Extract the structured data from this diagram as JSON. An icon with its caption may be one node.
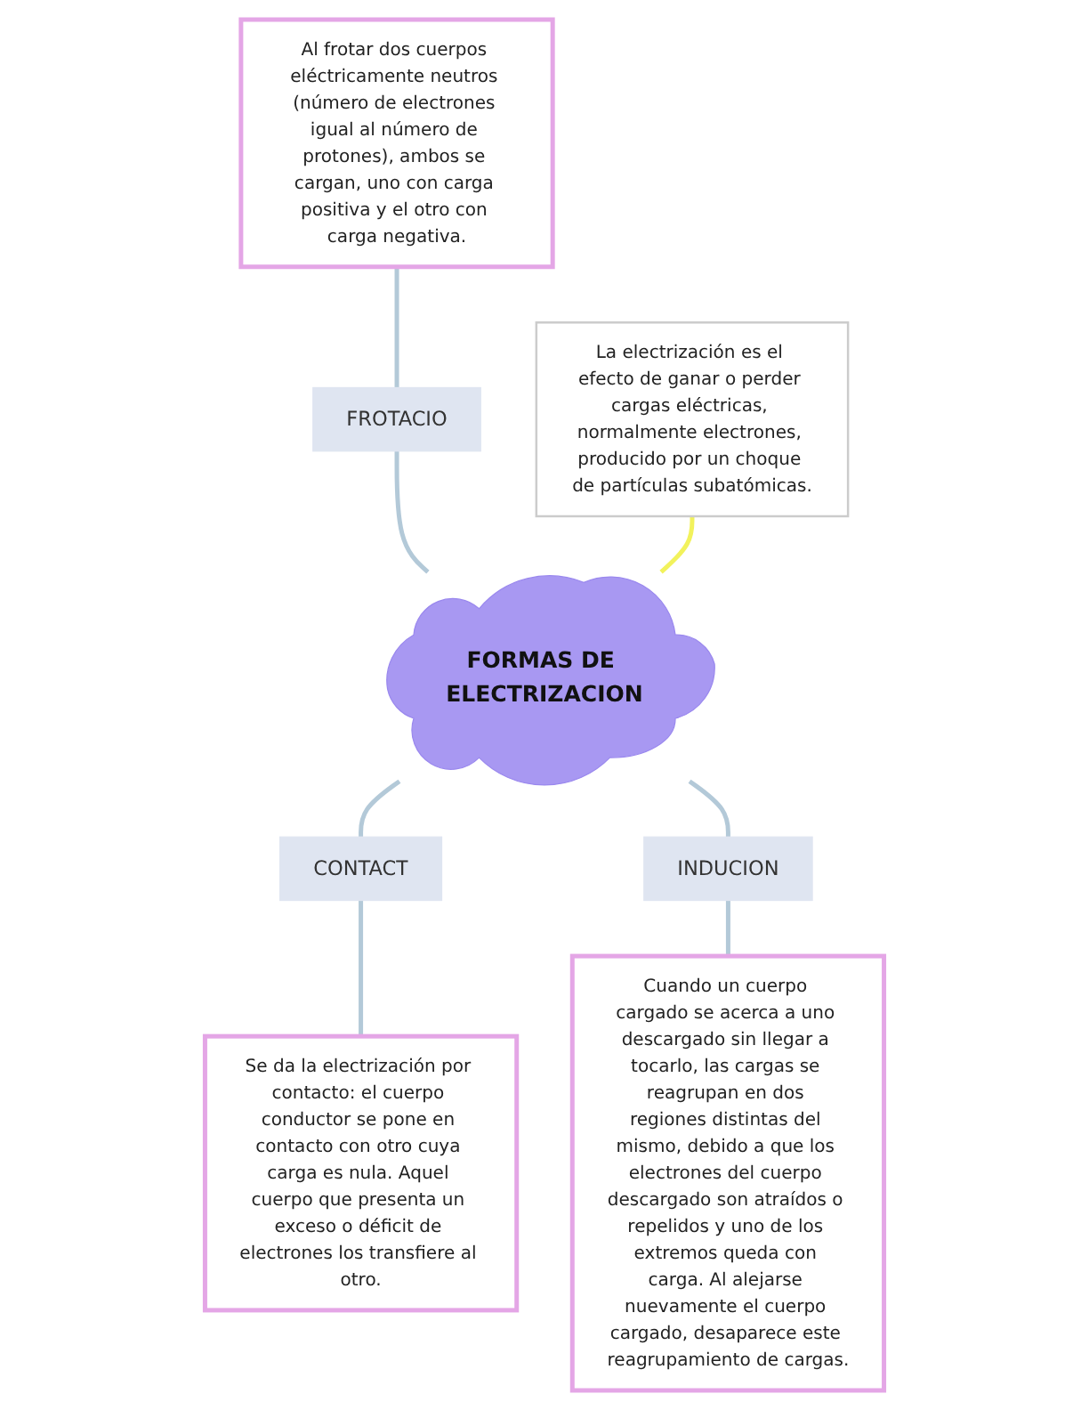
{
  "diagram": {
    "nodes": [
      {
        "text": [
          "Al frotar dos cuerpos eléctricamente neutros (número de electrones igual al número de protones), ambos se cargan, uno con carga positiva y el otro con carga negativa."
        ]
      },
      {
        "text": [
          "FROTACIO"
        ]
      },
      {
        "text": [
          "La electrización es el efecto de ganar o perder cargas eléctricas, normalmente electrones, producido por un choque de partículas subatómicas."
        ]
      },
      {
        "text": [
          "FORMAS DE ELECTRIZACION"
        ]
      },
      {
        "text": [
          "CONTACT"
        ]
      },
      {
        "text": [
          "INDUCION"
        ]
      },
      {
        "text": [
          "Se da la electrización por contacto: el cuerpo conductor se pone en contacto con otro cuya carga es nula. Aquel cuerpo que presenta un exceso o déficit de electrones los transfiere al otro."
        ]
      },
      {
        "text": [
          "Cuando un cuerpo cargado se acerca a uno descargado sin llegar a tocarlo, las cargas se reagrupan en dos regiones distintas del mismo, debido a que los electrones del cuerpo descargado son atraídos o repelidos y uno de los extremos queda con carga. Al alejarse nuevamente el cuerpo cargado, desaparece este reagrupamiento de cargas."
        ]
      }
    ],
    "edges": [
      {
        "from": 0,
        "to": 1,
        "arrow": "none"
      },
      {
        "from": 1,
        "to": 3,
        "arrow": "none"
      },
      {
        "from": 2,
        "to": 3,
        "arrow": "none",
        "color": "#f2f25c"
      },
      {
        "from": 3,
        "to": 4,
        "arrow": "none"
      },
      {
        "from": 3,
        "to": 5,
        "arrow": "none"
      },
      {
        "from": 4,
        "to": 6,
        "arrow": "none"
      },
      {
        "from": 5,
        "to": 7,
        "arrow": "none"
      }
    ]
  }
}
